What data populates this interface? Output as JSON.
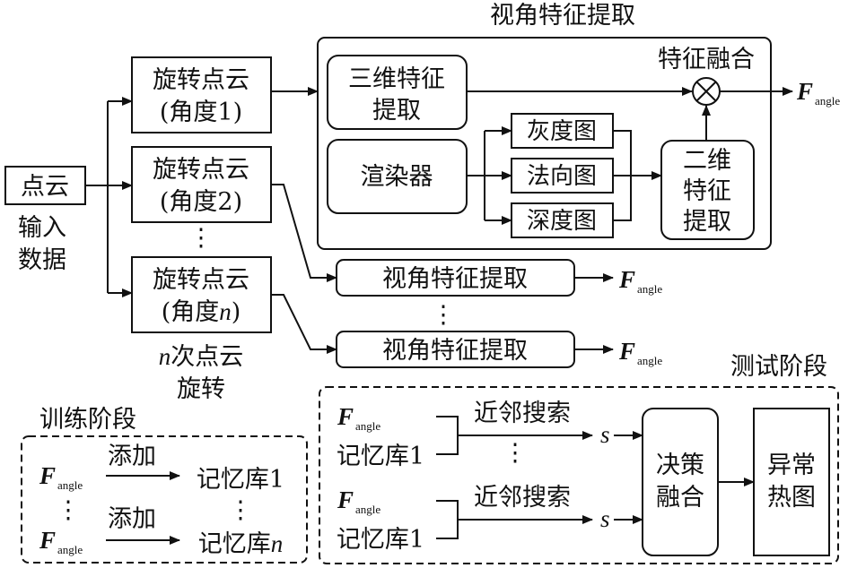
{
  "input": {
    "box": "点云",
    "caption_1": "输入",
    "caption_2": "数据"
  },
  "rotations": [
    {
      "line1": "旋转点云",
      "line2": "(角度1)"
    },
    {
      "line1": "旋转点云",
      "line2": "(角度2)"
    },
    {
      "line1": "旋转点云",
      "line2_prefix": "(角度",
      "line2_var": "n",
      "line2_suffix": ")"
    }
  ],
  "rotation_caption": {
    "var": "n",
    "line1": "次点云",
    "line2": "旋转"
  },
  "view_feature": {
    "title": "视角特征提取",
    "fusion_label": "特征融合",
    "feat3d_1": "三维特征",
    "feat3d_2": "提取",
    "renderer": "渲染器",
    "maps": [
      "灰度图",
      "法向图",
      "深度图"
    ],
    "feat2d": [
      "二维",
      "特征",
      "提取"
    ]
  },
  "view_rows": [
    "视角特征提取",
    "视角特征提取"
  ],
  "F": "F",
  "angle": "angle",
  "vdots": "⋮",
  "train": {
    "title": "训练阶段",
    "add": "添加",
    "mem1": "记忆库1",
    "memn_prefix": "记忆库",
    "memn_var": "n"
  },
  "test": {
    "title": "测试阶段",
    "search": "近邻搜索",
    "mem1": "记忆库1",
    "s": "s",
    "decision": [
      "决策",
      "融合"
    ],
    "anomaly": [
      "异常",
      "热图"
    ]
  }
}
